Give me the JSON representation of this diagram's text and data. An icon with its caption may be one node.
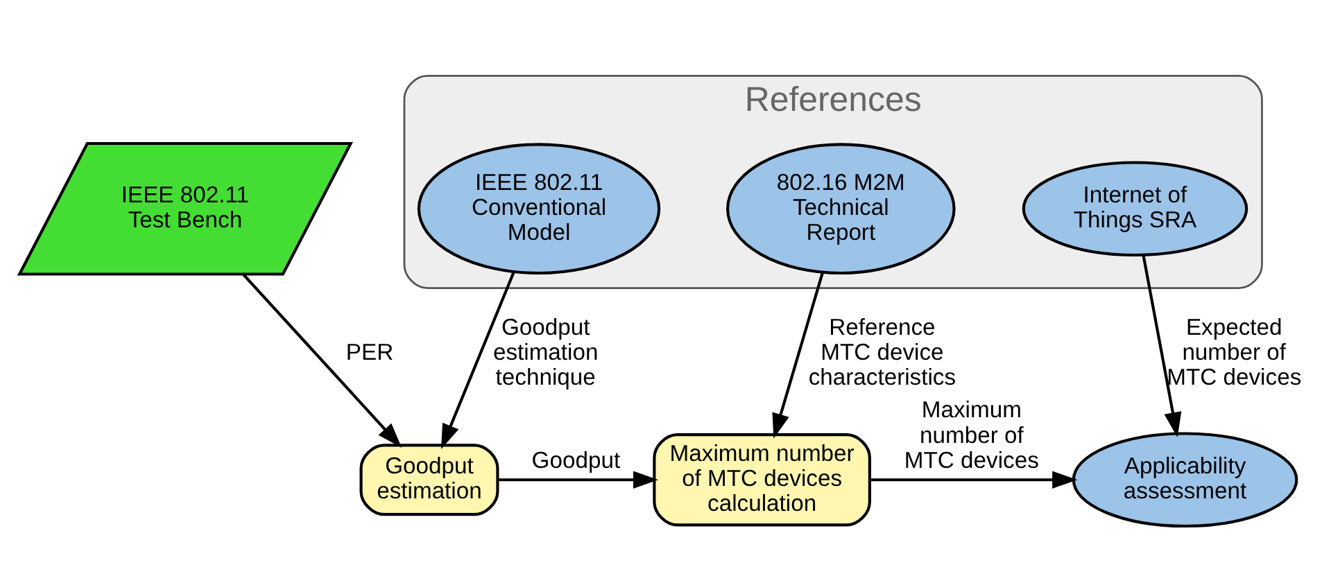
{
  "diagram": {
    "nodes": [
      {
        "text": [
          "References"
        ]
      },
      {
        "text": [
          "IEEE 802.11 Test Bench"
        ]
      },
      {
        "text": [
          "IEEE 802.11 Conventional Model"
        ],
        "in": 0
      },
      {
        "text": [
          "802.16 M2M Technical Report"
        ],
        "in": 0
      },
      {
        "text": [
          "Internet of Things SRA"
        ],
        "in": 0
      },
      {
        "text": [
          "Goodput estimation"
        ]
      },
      {
        "text": [
          "Maximum number of MTC devices calculation"
        ]
      },
      {
        "text": [
          "Applicability assessment"
        ]
      }
    ],
    "edges": [
      {
        "from": 1,
        "to": 5,
        "arrow": "to",
        "label": "PER"
      },
      {
        "from": 2,
        "to": 5,
        "arrow": "to",
        "label": "Goodput estimation technique"
      },
      {
        "from": 3,
        "to": 6,
        "arrow": "to",
        "label": "Reference MTC device characteristics"
      },
      {
        "from": 4,
        "to": 7,
        "arrow": "to",
        "label": "Expected number of MTC devices"
      },
      {
        "from": 5,
        "to": 6,
        "arrow": "to",
        "label": "Goodput"
      },
      {
        "from": 6,
        "to": 7,
        "arrow": "to",
        "label": "Maximum number of MTC devices"
      }
    ]
  }
}
